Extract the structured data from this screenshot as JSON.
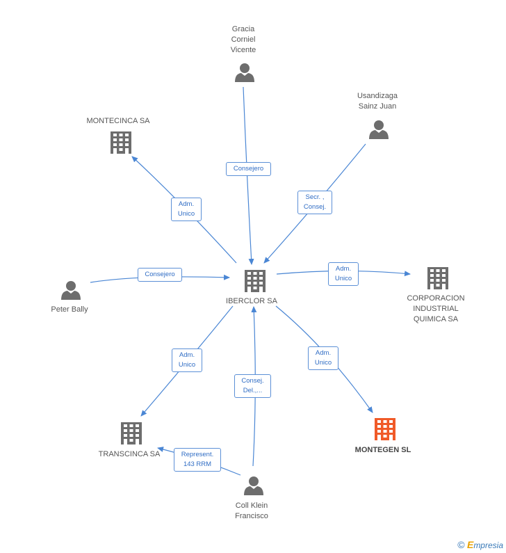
{
  "nodes": {
    "iberclor": {
      "label": "IBERCLOR SA"
    },
    "gracia": {
      "label": "Gracia\nCorniel\nVicente"
    },
    "usandizaga": {
      "label": "Usandizaga\nSainz Juan"
    },
    "montecinca": {
      "label": "MONTECINCA SA"
    },
    "peter": {
      "label": "Peter Bally"
    },
    "corporacion": {
      "label": "CORPORACION\nINDUSTRIAL\nQUIMICA SA"
    },
    "transcinca": {
      "label": "TRANSCINCA SA"
    },
    "montegen": {
      "label": "MONTEGEN SL"
    },
    "coll": {
      "label": "Coll Klein\nFrancisco"
    }
  },
  "edges": {
    "gracia_iberclor": "Consejero",
    "usandizaga_iberclor": "Secr. ,\nConsej.",
    "iberclor_montecinca": "Adm.\nUnico",
    "peter_iberclor": "Consejero",
    "iberclor_corporacion": "Adm.\nUnico",
    "iberclor_transcinca": "Adm.\nUnico",
    "coll_iberclor": "Consej.\nDel.,...",
    "iberclor_montegen": "Adm.\nUnico",
    "coll_transcinca": "Represent.\n143 RRM"
  },
  "colors": {
    "edge": "#4a86d4",
    "icon_gray": "#6d6d6d",
    "highlight": "#f05a28"
  },
  "footer": {
    "copyright": "©",
    "brand_e": "E",
    "brand_rest": "mpresia"
  }
}
